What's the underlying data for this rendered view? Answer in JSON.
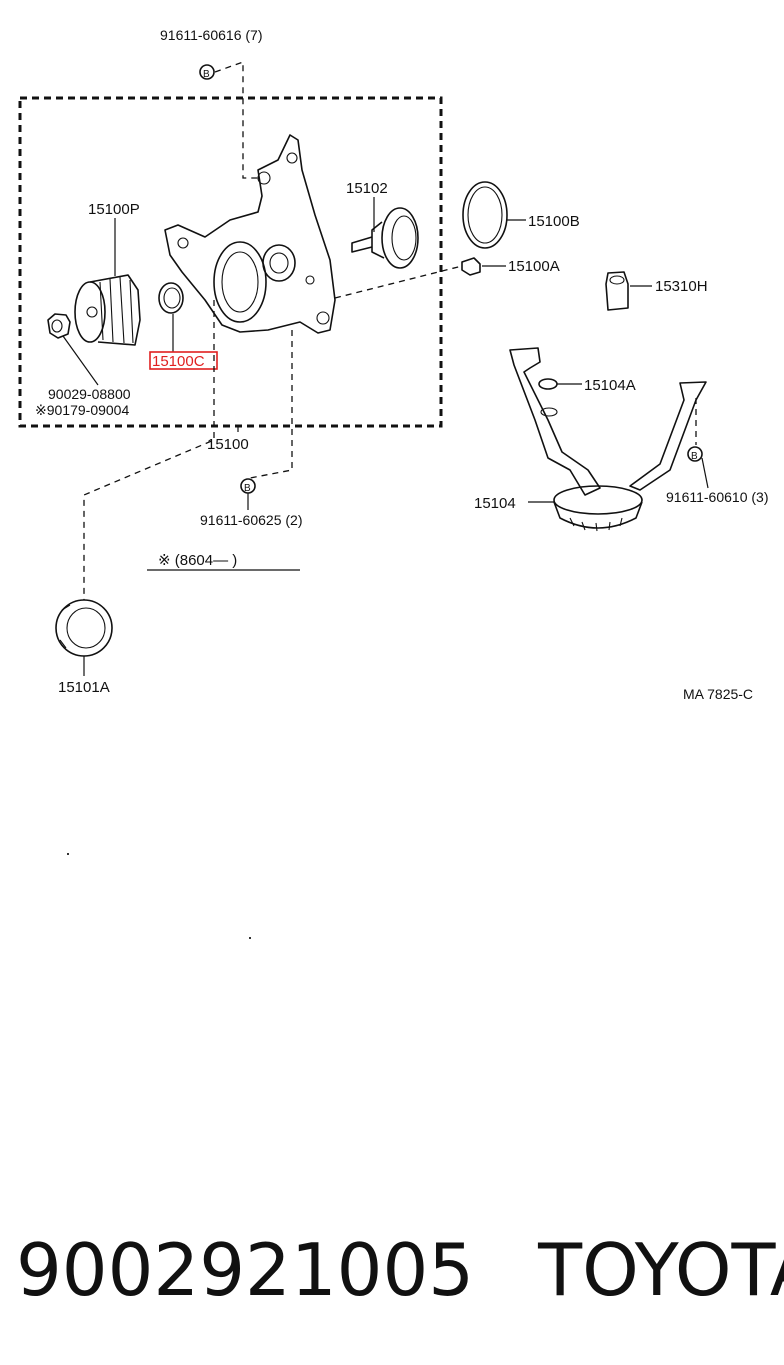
{
  "labels": {
    "bolt_top": "91611-60616 (7)",
    "gear": "15100P",
    "shaft": "15102",
    "oring": "15100B",
    "plug": "15100A",
    "relief": "15310H",
    "seal_small": "15100C",
    "nut": "90029-08800",
    "nut_alt": "※90179-09004",
    "pump_assy": "15100",
    "strainer_gasket": "15104A",
    "strainer": "15104",
    "bolt_right": "91611-60610 (3)",
    "bolt_bottom": "91611-60625 (2)",
    "footnote": "※ (8604—          )",
    "oil_seal": "15101A",
    "ref_code": "MA  7825-C",
    "bolt_symbol": "B"
  },
  "highlight": {
    "target": "15100C",
    "color": "#e02020"
  },
  "footer": {
    "part_number": "9002921005",
    "brand": "TOYOTA"
  }
}
